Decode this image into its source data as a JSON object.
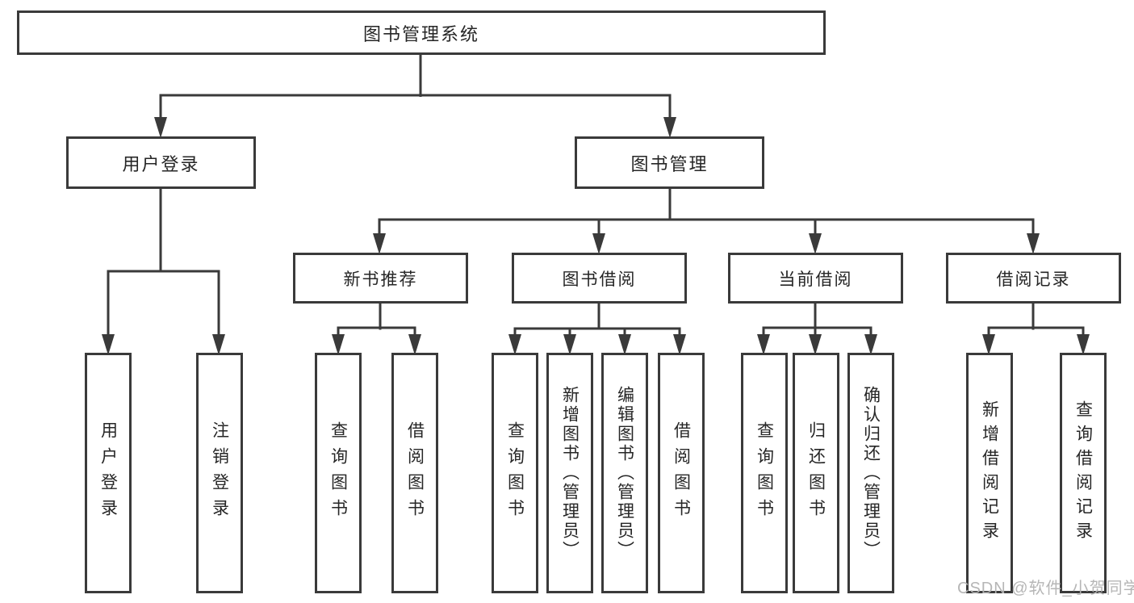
{
  "tree": {
    "root": {
      "label": "图书管理系统"
    },
    "branches": [
      {
        "label": "用户登录",
        "leaves": [
          {
            "label": "用户登录"
          },
          {
            "label": "注销登录"
          }
        ]
      },
      {
        "label": "图书管理",
        "groups": [
          {
            "label": "新书推荐",
            "leaves": [
              {
                "label": "查询图书"
              },
              {
                "label": "借阅图书"
              }
            ]
          },
          {
            "label": "图书借阅",
            "leaves": [
              {
                "label": "查询图书"
              },
              {
                "label": "新增图书（管理员）"
              },
              {
                "label": "编辑图书（管理员）"
              },
              {
                "label": "借阅图书"
              }
            ]
          },
          {
            "label": "当前借阅",
            "leaves": [
              {
                "label": "查询图书"
              },
              {
                "label": "归还图书"
              },
              {
                "label": "确认归还（管理员）"
              }
            ]
          },
          {
            "label": "借阅记录",
            "leaves": [
              {
                "label": "新增借阅记录"
              },
              {
                "label": "查询借阅记录"
              }
            ]
          }
        ]
      }
    ]
  },
  "watermark": {
    "text": "CSDN @软件_小贺同学"
  },
  "colors": {
    "line": "#3a3a3a",
    "box_border": "#3a3a3a",
    "text": "#262626",
    "watermark": "#b2b2b2",
    "background": "#ffffff"
  }
}
